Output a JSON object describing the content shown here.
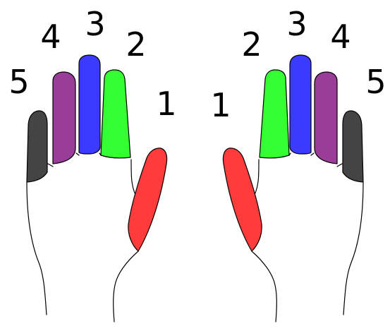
{
  "hands": [
    {
      "side": "left",
      "fingers": [
        {
          "number": "5",
          "name": "pinky",
          "color": "#444444"
        },
        {
          "number": "4",
          "name": "ring",
          "color": "#993d99"
        },
        {
          "number": "3",
          "name": "middle",
          "color": "#3b3bff"
        },
        {
          "number": "2",
          "name": "index",
          "color": "#33ff33"
        },
        {
          "number": "1",
          "name": "thumb",
          "color": "#ff3b3b"
        }
      ]
    },
    {
      "side": "right",
      "fingers": [
        {
          "number": "1",
          "name": "thumb",
          "color": "#ff3b3b"
        },
        {
          "number": "2",
          "name": "index",
          "color": "#33ff33"
        },
        {
          "number": "3",
          "name": "middle",
          "color": "#3b3bff"
        },
        {
          "number": "4",
          "name": "ring",
          "color": "#993d99"
        },
        {
          "number": "5",
          "name": "pinky",
          "color": "#444444"
        }
      ]
    }
  ]
}
